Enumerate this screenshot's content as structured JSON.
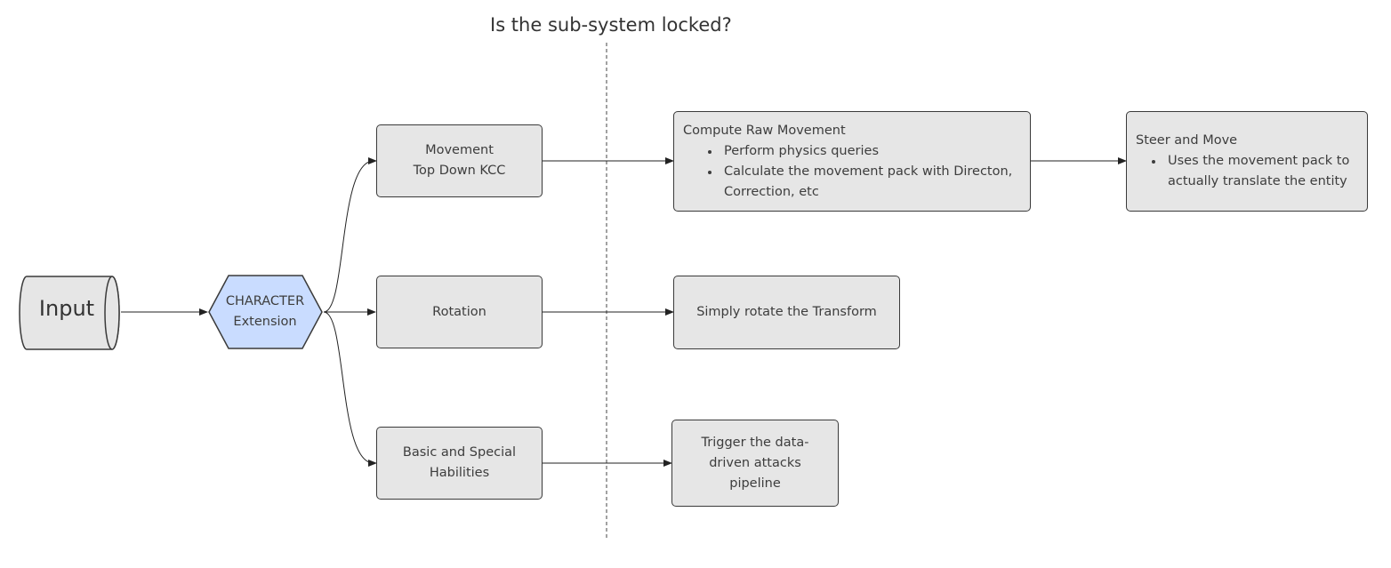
{
  "title": "Is the sub-system locked?",
  "input": {
    "label": "Input"
  },
  "character": {
    "line1": "CHARACTER",
    "line2": "Extension",
    "fill": "#c9dcff"
  },
  "movement": {
    "line1": "Movement",
    "line2": "Top Down KCC"
  },
  "rotation": {
    "label": "Rotation"
  },
  "habilities": {
    "line1": "Basic and Special",
    "line2": "Habilities"
  },
  "compute": {
    "heading": "Compute Raw Movement",
    "bullets": [
      "Perform physics queries",
      "Calculate the movement pack with Directon, Correction, etc"
    ]
  },
  "steer": {
    "heading": "Steer and Move",
    "bullets": [
      "Uses the movement pack to actually translate the entity"
    ]
  },
  "rotate_desc": {
    "label": "Simply rotate the Transform"
  },
  "trigger": {
    "label": "Trigger the data-driven attacks pipeline"
  },
  "colors": {
    "box_fill": "#e6e6e6",
    "stroke": "#3a3a3a",
    "hex_fill": "#c9dcff"
  }
}
